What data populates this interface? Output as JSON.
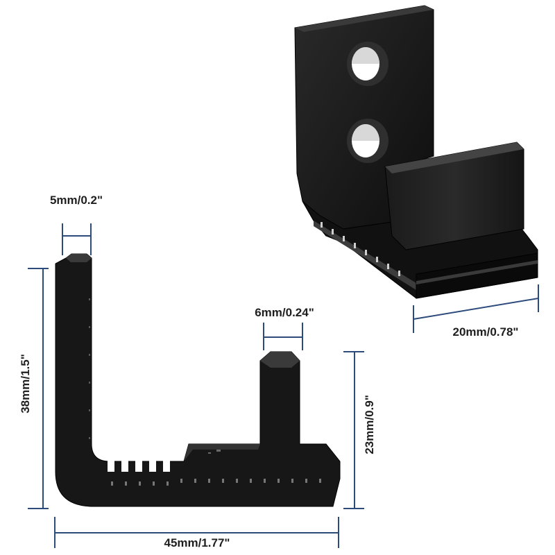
{
  "dimensions": {
    "top_flange_width": "5mm/0.2\"",
    "total_height": "38mm/1.5\"",
    "guide_width": "6mm/0.24\"",
    "guide_height": "23mm/0.9\"",
    "total_length": "45mm/1.77\"",
    "depth": "20mm/0.78\""
  },
  "colors": {
    "dimension_line": "#2c4a7a",
    "part_body": "#141414",
    "part_highlight": "#3a3a3a",
    "background": "#ffffff"
  }
}
